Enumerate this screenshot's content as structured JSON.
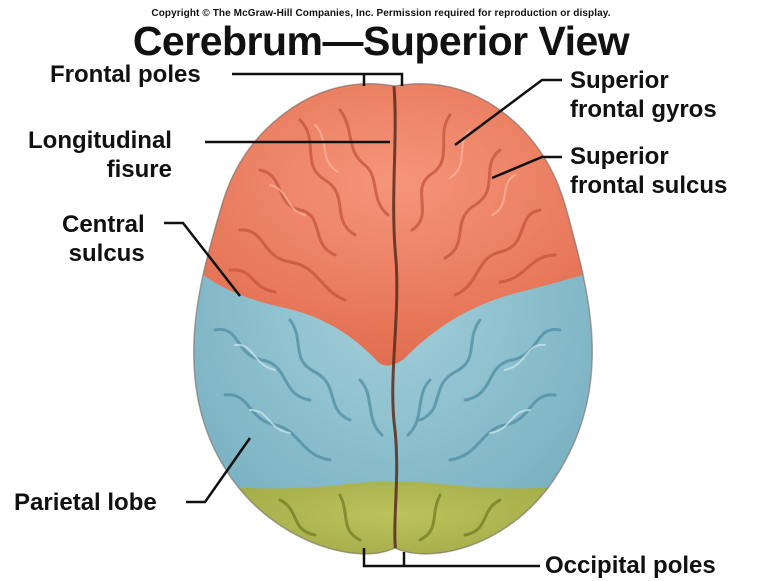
{
  "copyright": "Copyright © The McGraw-Hill Companies, Inc. Permission required for reproduction or display.",
  "title": "Cerebrum—Superior View",
  "labels": {
    "frontal_poles": "Frontal poles",
    "longitudinal_fisure": [
      "Longitudinal",
      "fisure"
    ],
    "central_sulcus": [
      "Central",
      "sulcus"
    ],
    "parietal_lobe": "Parietal lobe",
    "superior_frontal_gyros": [
      "Superior",
      "frontal gyros"
    ],
    "superior_frontal_sulcus": [
      "Superior",
      "frontal sulcus"
    ],
    "occipital_poles": "Occipital poles"
  },
  "colors": {
    "frontal_lobe": "#f07a5c",
    "parietal_lobe": "#86bccb",
    "occipital_lobe": "#a7b04a",
    "leader_lines": "#111111"
  }
}
